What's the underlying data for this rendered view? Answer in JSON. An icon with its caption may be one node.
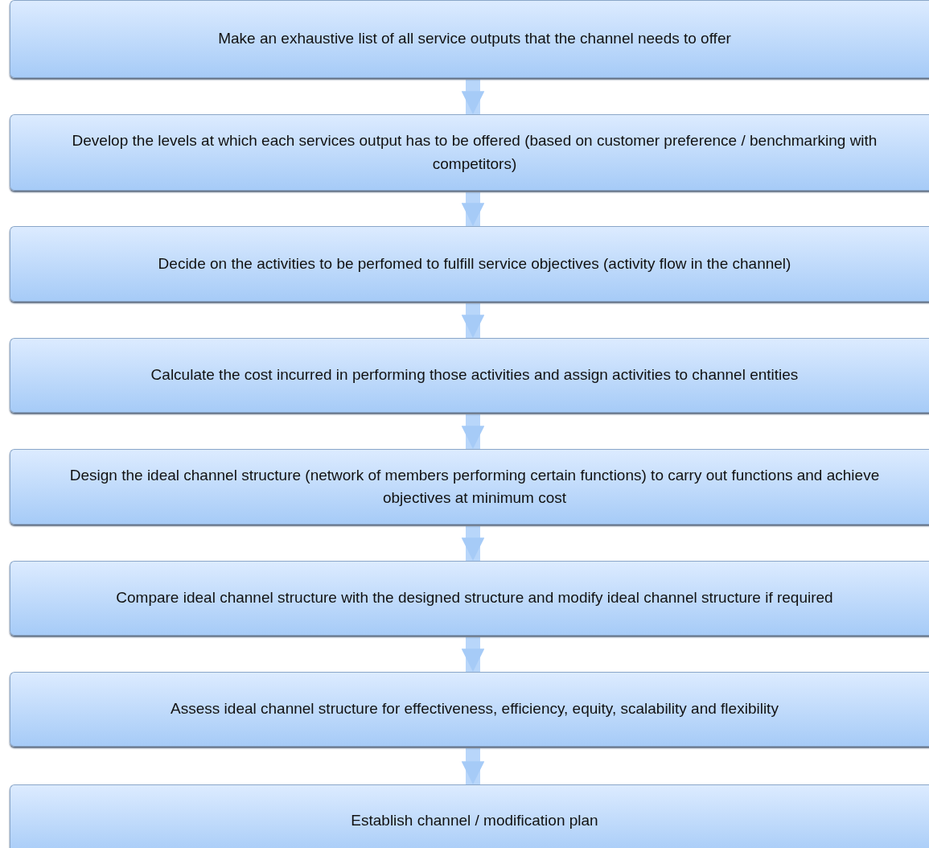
{
  "diagram": {
    "nodes": [
      {
        "text": [
          "Make an exhaustive list of all service outputs that the channel needs to offer"
        ]
      },
      {
        "text": [
          "Develop the levels at which each services output has to be offered (based on customer preference / benchmarking with competitors)"
        ]
      },
      {
        "text": [
          "Decide on the activities to be perfomed to fulfill service objectives (activity flow in the channel)"
        ]
      },
      {
        "text": [
          "Calculate the cost incurred in performing those activities and assign activities to channel entities"
        ]
      },
      {
        "text": [
          "Design the ideal channel structure (network of members performing certain functions) to carry out functions and achieve objectives at minimum cost"
        ]
      },
      {
        "text": [
          "Compare ideal channel structure with the designed structure and modify ideal channel structure if required"
        ]
      },
      {
        "text": [
          "Assess ideal channel structure for effectiveness, efficiency, equity, scalability and flexibility"
        ]
      },
      {
        "text": [
          "Establish channel / modification plan"
        ]
      }
    ],
    "edges": [
      {
        "from": 0,
        "to": 1,
        "arrow": "to"
      },
      {
        "from": 1,
        "to": 2,
        "arrow": "to"
      },
      {
        "from": 2,
        "to": 3,
        "arrow": "to"
      },
      {
        "from": 3,
        "to": 4,
        "arrow": "to"
      },
      {
        "from": 4,
        "to": 5,
        "arrow": "to"
      },
      {
        "from": 5,
        "to": 6,
        "arrow": "to"
      },
      {
        "from": 6,
        "to": 7,
        "arrow": "to"
      }
    ]
  }
}
